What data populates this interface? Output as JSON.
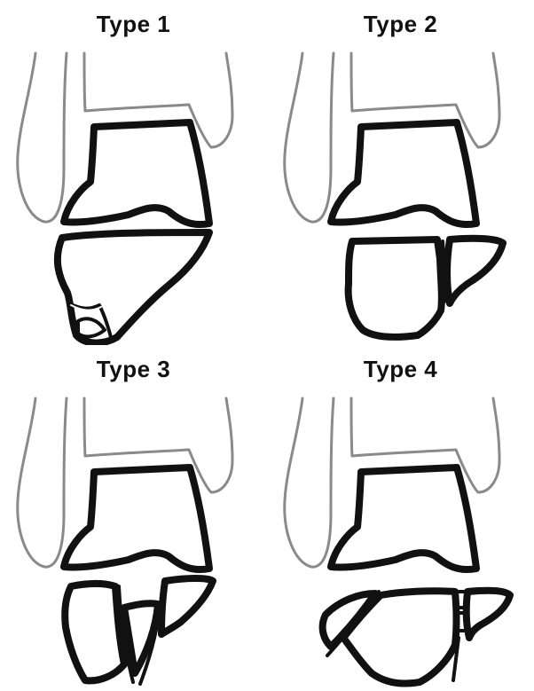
{
  "panels": [
    {
      "title": "Type 1"
    },
    {
      "title": "Type 2"
    },
    {
      "title": "Type 3"
    },
    {
      "title": "Type 4"
    }
  ]
}
